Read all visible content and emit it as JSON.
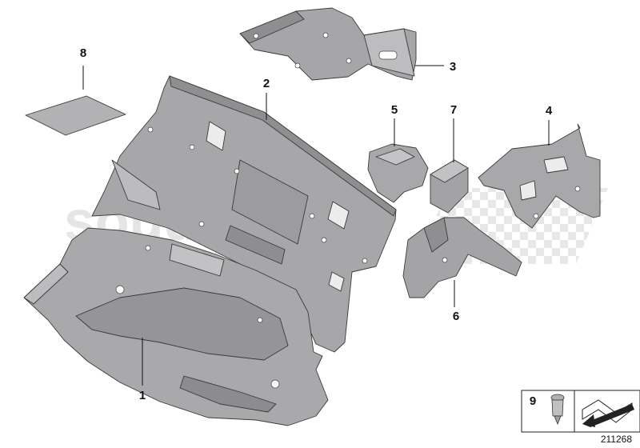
{
  "watermark": {
    "brand": "souders",
    "tagline": "parts"
  },
  "callouts": [
    {
      "id": "1",
      "label": "1"
    },
    {
      "id": "2",
      "label": "2"
    },
    {
      "id": "3",
      "label": "3"
    },
    {
      "id": "4",
      "label": "4"
    },
    {
      "id": "5",
      "label": "5"
    },
    {
      "id": "6",
      "label": "6"
    },
    {
      "id": "7",
      "label": "7"
    },
    {
      "id": "8",
      "label": "8"
    }
  ],
  "legend_box": {
    "item_number": "9"
  },
  "document_number": "211268",
  "colors": {
    "part_fill": "#a9a9ab",
    "part_dark": "#8e8e90",
    "part_light": "#c4c4c6",
    "watermark": "#e2e2e2"
  }
}
